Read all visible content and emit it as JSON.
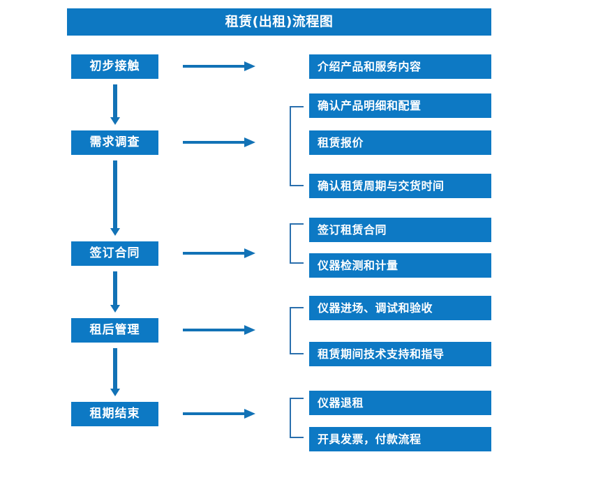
{
  "header": {
    "title": "租赁(出租)流程图"
  },
  "colors": {
    "title_bar": "#0d78c2",
    "box_fill": "#0d79c4",
    "box_text": "#ffffff",
    "arrow": "#1272b6",
    "bracket": "#2a6fad",
    "background": "#ffffff"
  },
  "stages": [
    {
      "label": "初步接触"
    },
    {
      "label": "需求调查"
    },
    {
      "label": "签订合同"
    },
    {
      "label": "租后管理"
    },
    {
      "label": "租期结束"
    }
  ],
  "tasks": [
    {
      "label": "介绍产品和服务内容"
    },
    {
      "label": "确认产品明细和配置"
    },
    {
      "label": "租赁报价"
    },
    {
      "label": "确认租赁周期与交货时间"
    },
    {
      "label": "签订租赁合同"
    },
    {
      "label": "仪器检测和计量"
    },
    {
      "label": "仪器进场、调试和验收"
    },
    {
      "label": "租赁期间技术支持和指导"
    },
    {
      "label": "仪器退租"
    },
    {
      "label": "开具发票，付款流程"
    }
  ],
  "connectors": {
    "horizontal_arrow_count": 5,
    "vertical_arrow_count": 4,
    "bracket_count": 4
  }
}
